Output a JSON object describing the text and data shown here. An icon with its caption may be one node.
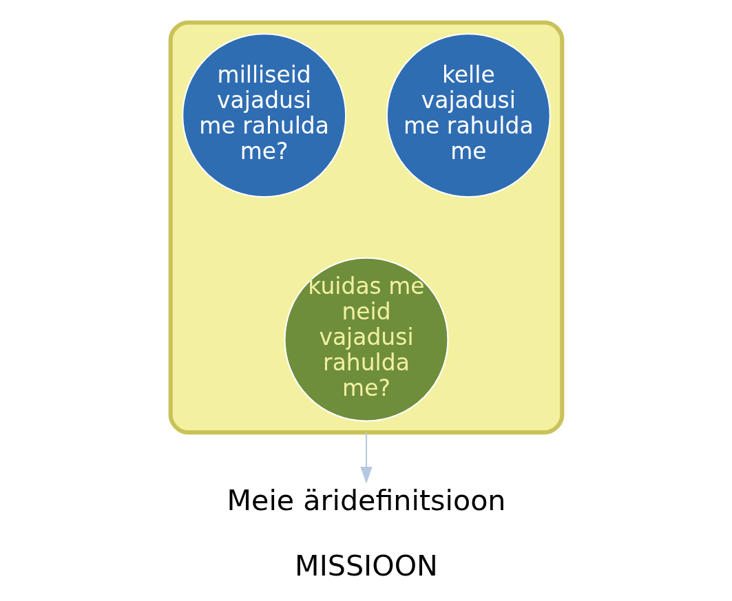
{
  "diagram": {
    "nodes": [
      {
        "text": [],
        "shape": "funnel"
      },
      {
        "text": [
          "kelle vajadusi me rahulda me"
        ],
        "in": 0
      },
      {
        "text": [
          "milliseid vajadusi me rahulda me?"
        ],
        "in": 0
      },
      {
        "text": [
          "kuidas me neid vajadusi rahulda me?"
        ],
        "in": 0
      },
      {
        "text": [
          "Meie äridefinitsioon",
          "MISSIOON"
        ]
      }
    ],
    "edges": [
      {
        "from": 0,
        "to": 4,
        "arrow": "to"
      }
    ]
  }
}
